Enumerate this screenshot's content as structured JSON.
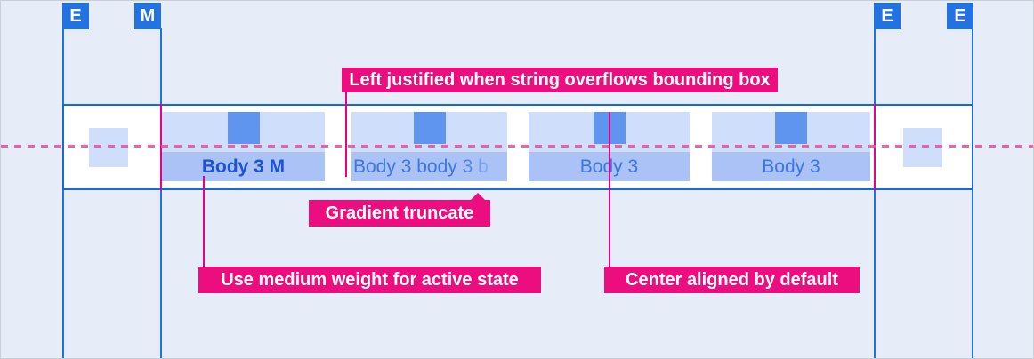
{
  "markers": [
    {
      "label": "E"
    },
    {
      "label": "M"
    },
    {
      "label": "E"
    },
    {
      "label": "E"
    }
  ],
  "tabbar": {
    "tabs": [
      {
        "label": "Body 3 M",
        "state": "active"
      },
      {
        "label": "Body 3 body 3 b",
        "state": "truncated"
      },
      {
        "label": "Body 3",
        "state": "default"
      },
      {
        "label": "Body 3",
        "state": "default"
      }
    ]
  },
  "annotations": {
    "overflow": "Left justified when string overflows bounding box",
    "gradient": "Gradient truncate",
    "medium": "Use medium weight for active state",
    "center": "Center aligned by default"
  },
  "colors": {
    "accent_blue": "#2272e2",
    "bar_border": "#1767de",
    "tab_background": "#cfdefa",
    "icon_placeholder": "#6095ef",
    "label_band": "#aac2f5",
    "active_text": "#1b53d8",
    "inactive_text": "#3b76e8",
    "annotation_pink": "#ec0e7f",
    "guide_pink": "#e6008c",
    "page_background": "#e7ecf9"
  }
}
